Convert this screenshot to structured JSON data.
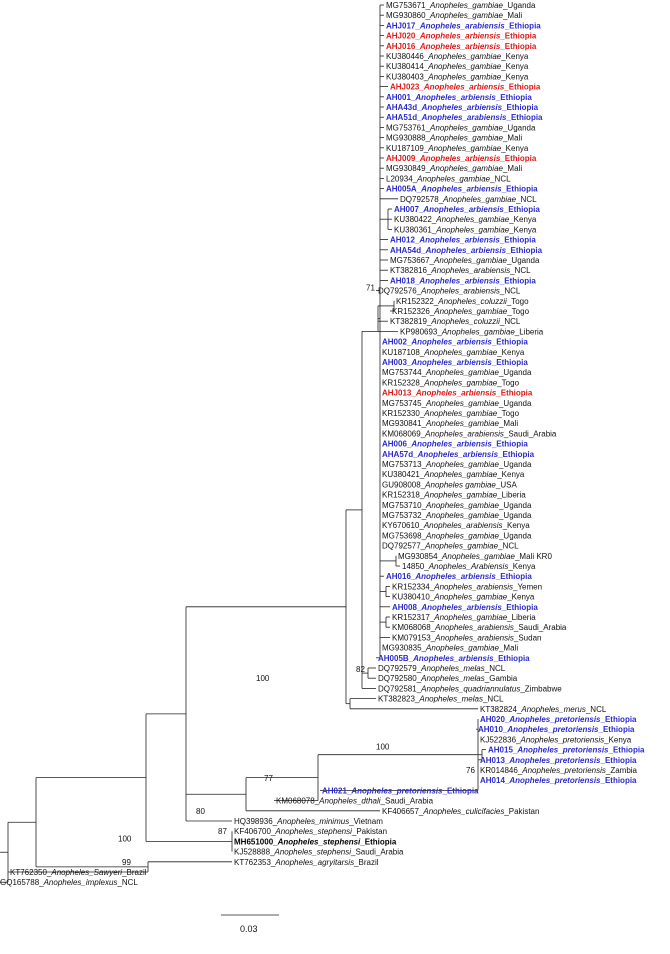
{
  "colors": {
    "default": "#111111",
    "blue": "#2b2bcc",
    "red": "#e01818",
    "bold": "#000000"
  },
  "taxa": [
    {
      "id": "MG753671",
      "sp": "Anopheles_gambiae",
      "loc": "Uganda",
      "style": "normal"
    },
    {
      "id": "MG930860",
      "sp": "Anopheles_gambiae",
      "loc": "Mali",
      "style": "normal"
    },
    {
      "id": "AHJ017",
      "sp": "Anopheles_arabiensis",
      "loc": "Ethiopia",
      "style": "blue"
    },
    {
      "id": "AHJ020",
      "sp": "Anopheles_arbiensis",
      "loc": "Ethiopia",
      "style": "red"
    },
    {
      "id": "AHJ016",
      "sp": "Anopheles_arbiensis",
      "loc": "Ethiopia",
      "style": "red"
    },
    {
      "id": "KU380446",
      "sp": "Anopheles_gambiae",
      "loc": "Kenya",
      "style": "normal"
    },
    {
      "id": "KU380414",
      "sp": "Anopheles_gambiae",
      "loc": "Kenya",
      "style": "normal"
    },
    {
      "id": "KU380403",
      "sp": "Anopheles_gambiae",
      "loc": "Kenya",
      "style": "normal"
    },
    {
      "id": "AHJ023",
      "sp": "Anopheles_arbiensis",
      "loc": "Ethiopia",
      "style": "red"
    },
    {
      "id": "AH001",
      "sp": "Anopheles_arbiensis",
      "loc": "Ethiopia",
      "style": "blue"
    },
    {
      "id": "AHA43d",
      "sp": "Anopheles_arbiensis",
      "loc": "Ethiopia",
      "style": "blue"
    },
    {
      "id": "AHA51d",
      "sp": "Anopheles_arabiensis",
      "loc": "Ethiopia",
      "style": "blue"
    },
    {
      "id": "MG753761",
      "sp": "Anopheles_gambiae",
      "loc": "Uganda",
      "style": "normal"
    },
    {
      "id": "MG930888",
      "sp": "Anopheles_gambiae",
      "loc": "Mali",
      "style": "normal"
    },
    {
      "id": "KU187109",
      "sp": "Anopheles_gambiae",
      "loc": "Kenya",
      "style": "normal"
    },
    {
      "id": "AHJ009",
      "sp": "Anopheles_arbiensis",
      "loc": "Ethiopia",
      "style": "red"
    },
    {
      "id": "MG930849",
      "sp": "Anopheles_gambiae",
      "loc": "Mali",
      "style": "normal"
    },
    {
      "id": "L20934",
      "sp": "Anopheles_gambiae",
      "loc": "NCL",
      "style": "normal"
    },
    {
      "id": "AH005A",
      "sp": "Anopheles_arbiensis",
      "loc": "Ethiopia",
      "style": "blue"
    },
    {
      "id": "DQ792578",
      "sp": "Anopheles_gambiae",
      "loc": "NCL",
      "style": "normal"
    },
    {
      "id": "AH007",
      "sp": "Anopheles_arbiensis",
      "loc": "Ethiopia",
      "style": "blue"
    },
    {
      "id": "KU380422",
      "sp": "Anopheles_gambiae",
      "loc": "Kenya",
      "style": "normal"
    },
    {
      "id": "KU380361",
      "sp": "Anopheles_gambiae",
      "loc": "Kenya",
      "style": "normal"
    },
    {
      "id": "AH012",
      "sp": "Anopheles_arbiensis",
      "loc": "Ethiopia",
      "style": "blue"
    },
    {
      "id": "AHA54d",
      "sp": "Anopheles_arbiensis",
      "loc": "Ethiopia",
      "style": "blue"
    },
    {
      "id": "MG753667",
      "sp": "Anopheles_gambiae",
      "loc": "Uganda",
      "style": "normal"
    },
    {
      "id": "KT382816",
      "sp": "Anopheles_arabiensis",
      "loc": "NCL",
      "style": "normal"
    },
    {
      "id": "AH018",
      "sp": "Anopheles_arbiensis",
      "loc": "Ethiopia",
      "style": "blue"
    },
    {
      "id": "DQ792576",
      "sp": "Anopheles_arabiensis",
      "loc": "NCL",
      "style": "normal"
    },
    {
      "id": "KR152322",
      "sp": "Anopheles_coluzzii",
      "loc": "Togo",
      "style": "normal"
    },
    {
      "id": "KR152326",
      "sp": "Anopheles_gambiae",
      "loc": "Togo",
      "style": "normal"
    },
    {
      "id": "KT382819",
      "sp": "Anopheles_coluzzii",
      "loc": "NCL",
      "style": "normal"
    },
    {
      "id": "KP980693",
      "sp": "Anopheles_gambiae",
      "loc": "Liberia",
      "style": "normal"
    },
    {
      "id": "AH002",
      "sp": "Anopheles_arbiensis",
      "loc": "Ethiopia",
      "style": "blue"
    },
    {
      "id": "KU187108",
      "sp": "Anopheles_gambiae",
      "loc": "Kenya",
      "style": "normal"
    },
    {
      "id": "AH003",
      "sp": "Anopheles_arbiensis",
      "loc": "Ethiopia",
      "style": "blue"
    },
    {
      "id": "MG753744",
      "sp": "Anopheles_gambiae",
      "loc": "Uganda",
      "style": "normal"
    },
    {
      "id": "KR152328",
      "sp": "Anopheles_gambiae",
      "loc": "Togo",
      "style": "normal"
    },
    {
      "id": "AHJ013",
      "sp": "Anopheles_arbiensis",
      "loc": "Ethiopia",
      "style": "red"
    },
    {
      "id": "MG753745",
      "sp": "Anopheles_gambiae",
      "loc": "Uganda",
      "style": "normal"
    },
    {
      "id": "KR152330",
      "sp": "Anopheles_gambiae",
      "loc": "Togo",
      "style": "normal"
    },
    {
      "id": "MG930841",
      "sp": "Anopheles_gambiae",
      "loc": "Mali",
      "style": "normal"
    },
    {
      "id": "KM068069",
      "sp": "Anopheles_arabiensis",
      "loc": "Saudi_Arabia",
      "style": "normal"
    },
    {
      "id": "AH006",
      "sp": "Anopheles_arbiensis",
      "loc": "Ethiopia",
      "style": "blue"
    },
    {
      "id": "AHA57d",
      "sp": "Anopheles_arbiensis",
      "loc": "Ethiopia",
      "style": "blue"
    },
    {
      "id": "MG753713",
      "sp": "Anopheles_gambiae",
      "loc": "Uganda",
      "style": "normal"
    },
    {
      "id": "KU380421",
      "sp": "Anopheles_gambiae",
      "loc": "Kenya",
      "style": "normal"
    },
    {
      "id": "GU908008",
      "sp": "Anopheles gambiae",
      "loc": "USA",
      "style": "normal"
    },
    {
      "id": "KR152318",
      "sp": "Anopheles_gambiae",
      "loc": "Liberia",
      "style": "normal"
    },
    {
      "id": "MG753710",
      "sp": "Anopheles_gambiae",
      "loc": "Uganda",
      "style": "normal"
    },
    {
      "id": "MG753732",
      "sp": "Anopheles_gambiae",
      "loc": "Uganda",
      "style": "normal"
    },
    {
      "id": "KY670610",
      "sp": "Anopheles_arabiensis",
      "loc": "Kenya",
      "style": "normal"
    },
    {
      "id": "MG753698",
      "sp": "Anopheles_gambiae",
      "loc": "Uganda",
      "style": "normal"
    },
    {
      "id": "DQ792577",
      "sp": "Anopheles_gambiae",
      "loc": "NCL",
      "style": "normal"
    },
    {
      "id": "MG930854",
      "sp": "Anopheles_gambiae",
      "loc": "Mali KR0",
      "style": "normal"
    },
    {
      "id": "14850",
      "sp": "Anopheles_Arabiensis",
      "loc": "Kenya",
      "style": "normal"
    },
    {
      "id": "AH016",
      "sp": "Anopheles_arbiensis",
      "loc": "Ethiopia",
      "style": "blue"
    },
    {
      "id": "KR152334",
      "sp": "Anopheles_arabiensis",
      "loc": "Yemen",
      "style": "normal"
    },
    {
      "id": "KU380410",
      "sp": "Anopheles_gambiae",
      "loc": "Kenya",
      "style": "normal"
    },
    {
      "id": "AH008",
      "sp": "Anopheles_arbiensis",
      "loc": "Ethiopia",
      "style": "blue"
    },
    {
      "id": "KR152317",
      "sp": "Anopheles_gambiae",
      "loc": "Liberia",
      "style": "normal"
    },
    {
      "id": "KM068068",
      "sp": "Anopheles_arabiensis",
      "loc": "Saudi_Arabia",
      "style": "normal"
    },
    {
      "id": "KM079153",
      "sp": "Anopheles_arabiensis",
      "loc": "Sudan",
      "style": "normal"
    },
    {
      "id": "MG930835",
      "sp": "Anopheles_gambiae",
      "loc": "Mali",
      "style": "normal"
    },
    {
      "id": "AH005B",
      "sp": "Anopheles_arbiensis",
      "loc": "Ethiopia",
      "style": "blue"
    },
    {
      "id": "DQ792579",
      "sp": "Anopheles_melas",
      "loc": "NCL",
      "style": "normal"
    },
    {
      "id": "DQ792580",
      "sp": "Anopheles_melas",
      "loc": "Gambia",
      "style": "normal"
    },
    {
      "id": "DQ792581",
      "sp": "Anopheles_quadriannulatus",
      "loc": "Zimbabwe",
      "style": "normal"
    },
    {
      "id": "KT382823",
      "sp": "Anopheles_melas",
      "loc": "NCL",
      "style": "normal"
    },
    {
      "id": "KT382824",
      "sp": "Anopheles_merus",
      "loc": "NCL",
      "style": "normal"
    },
    {
      "id": "AH020",
      "sp": "Anopheles_pretoriensis",
      "loc": "Ethiopia",
      "style": "blue"
    },
    {
      "id": "AH010",
      "sp": "Anopheles_pretoriensis",
      "loc": "Ethiopia",
      "style": "blue"
    },
    {
      "id": "KJ522836",
      "sp": "Anopheles_pretoriensis",
      "loc": "Kenya",
      "style": "normal"
    },
    {
      "id": "AH015",
      "sp": "Anopheles_pretoriensis",
      "loc": "Ethiopia",
      "style": "blue"
    },
    {
      "id": "AH013",
      "sp": "Anopheles_pretoriensis",
      "loc": "Ethiopia",
      "style": "blue"
    },
    {
      "id": "KR014846",
      "sp": "Anopheles_pretoriensis",
      "loc": "Zambia",
      "style": "normal"
    },
    {
      "id": "AH014",
      "sp": "Anopheles_pretoriensis",
      "loc": "Ethiopia",
      "style": "blue"
    },
    {
      "id": "AH021",
      "sp": "Anopheles_pretoriensis",
      "loc": "Ethiopia",
      "style": "blue"
    },
    {
      "id": "KM068078",
      "sp": "Anopheles_dthali",
      "loc": "Saudi_Arabia",
      "style": "normal"
    },
    {
      "id": "KF406657",
      "sp": "Anopheles_culicifacies",
      "loc": "Pakistan",
      "style": "normal"
    },
    {
      "id": "HQ398936",
      "sp": "Anopheles_minimus",
      "loc": "Vietnam",
      "style": "normal"
    },
    {
      "id": "KF406700",
      "sp": "Anopheles_stephensi",
      "loc": "Pakistan",
      "style": "normal"
    },
    {
      "id": "MH651000",
      "sp": "Anopheles_stephensi",
      "loc": "Ethiopia",
      "style": "bold"
    },
    {
      "id": "KJ528888",
      "sp": "Anopheles_stephensi",
      "loc": "Saudi_Arabia",
      "style": "normal"
    },
    {
      "id": "KT762353",
      "sp": "Anopheles_agryitarsis",
      "loc": "Brazil",
      "style": "normal"
    },
    {
      "id": "KT762350",
      "sp": "Anopheles_Sawyeri",
      "loc": "Brazil",
      "style": "normal"
    },
    {
      "id": "GQ165788",
      "sp": "Anopheles_implexus",
      "loc": "NCL",
      "style": "normal"
    }
  ],
  "bootstrap": [
    "71",
    "82",
    "100",
    "76",
    "100",
    "77",
    "80",
    "87",
    "100",
    "99"
  ],
  "scale_bar": {
    "label": "0.03"
  }
}
